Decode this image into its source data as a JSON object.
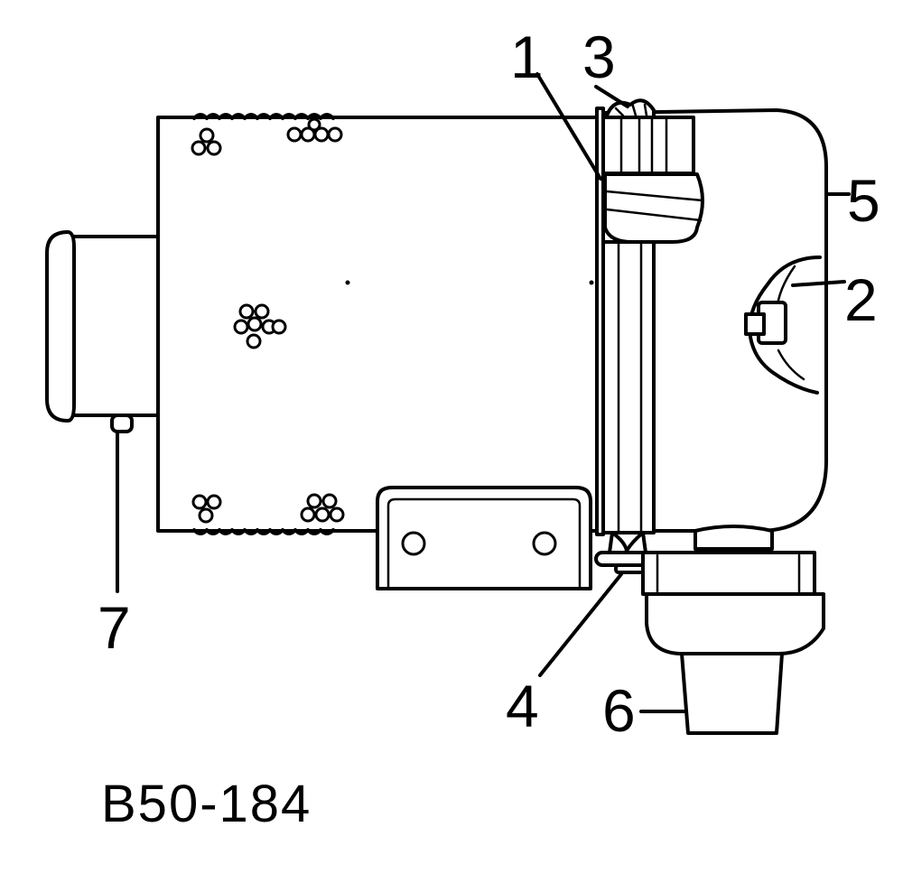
{
  "drawing_code": "B50-184",
  "callouts": [
    {
      "label": "1"
    },
    {
      "label": "2"
    },
    {
      "label": "3"
    },
    {
      "label": "4"
    },
    {
      "label": "5"
    },
    {
      "label": "6"
    },
    {
      "label": "7"
    }
  ],
  "colors": {
    "ink": "#000000",
    "paper": "#ffffff"
  }
}
